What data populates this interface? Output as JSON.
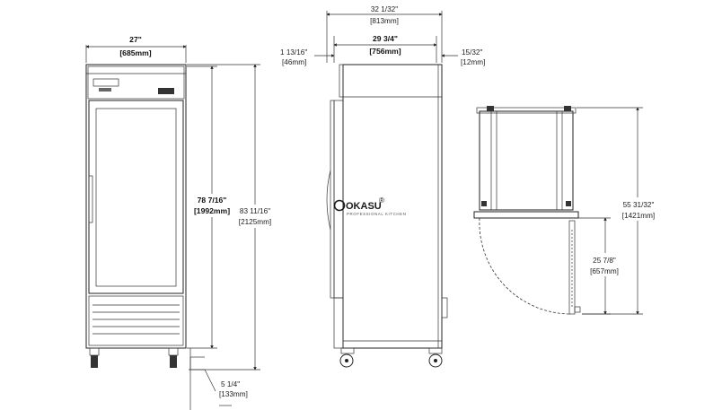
{
  "front_view": {
    "width_in": "27\"",
    "width_mm": "[685mm]",
    "door_height_in": "78 7/16\"",
    "door_height_mm": "[1992mm]",
    "total_height_in": "83 11/16\"",
    "total_height_mm": "[2125mm]",
    "leg_height_in": "5 1/4\"",
    "leg_height_mm": "[133mm]"
  },
  "side_view": {
    "overall_depth_in": "32 1/32\"",
    "overall_depth_mm": "[813mm]",
    "cabinet_depth_in": "29 3/4\"",
    "cabinet_depth_mm": "[756mm]",
    "handle_depth_in": "1 13/16\"",
    "handle_depth_mm": "[46mm]",
    "rear_offset_in": "15/32\"",
    "rear_offset_mm": "[12mm]"
  },
  "top_view": {
    "door_swing_in": "55 31/32\"",
    "door_swing_mm": "[1421mm]",
    "door_width_in": "25 7/8\"",
    "door_width_mm": "[657mm]"
  },
  "watermark": {
    "brand": "OKASU",
    "registered": "®",
    "tagline": "PROFESSIONAL KITCHEN"
  },
  "colors": {
    "line": "#222222",
    "background": "#ffffff"
  }
}
